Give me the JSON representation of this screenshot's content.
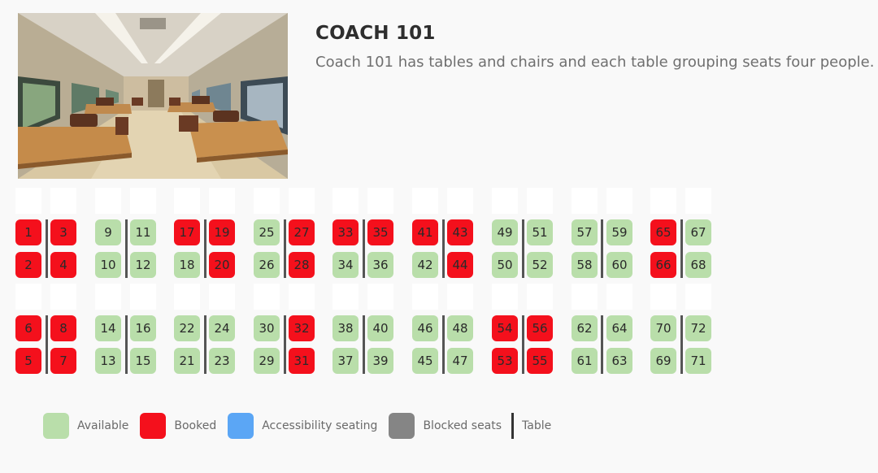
{
  "coach": {
    "title": "COACH 101",
    "description": "Coach 101 has tables and chairs and each table grouping seats four people."
  },
  "colors": {
    "available": "#b9deaa",
    "booked": "#f4101c",
    "accessibility": "#5ba6f5",
    "blocked": "#858585"
  },
  "legend": [
    {
      "key": "available",
      "label": "Available",
      "type": "swatch"
    },
    {
      "key": "booked",
      "label": "Booked",
      "type": "swatch"
    },
    {
      "key": "accessibility",
      "label": "Accessibility seating",
      "type": "swatch"
    },
    {
      "key": "blocked",
      "label": "Blocked seats",
      "type": "swatch"
    },
    {
      "key": "table",
      "label": "Table",
      "type": "bar"
    }
  ],
  "seat_blocks": [
    {
      "rows": [
        [
          "1",
          "3",
          "9",
          "11",
          "17",
          "19",
          "25",
          "27",
          "33",
          "35",
          "41",
          "43",
          "49",
          "51",
          "57",
          "59",
          "65",
          "67"
        ],
        [
          "2",
          "4",
          "10",
          "12",
          "18",
          "20",
          "26",
          "28",
          "34",
          "36",
          "42",
          "44",
          "50",
          "52",
          "58",
          "60",
          "66",
          "68"
        ]
      ],
      "booked": [
        "1",
        "3",
        "17",
        "19",
        "27",
        "33",
        "35",
        "41",
        "43",
        "65",
        "2",
        "4",
        "20",
        "28",
        "44",
        "66"
      ]
    },
    {
      "rows": [
        [
          "6",
          "8",
          "14",
          "16",
          "22",
          "24",
          "30",
          "32",
          "38",
          "40",
          "46",
          "48",
          "54",
          "56",
          "62",
          "64",
          "70",
          "72"
        ],
        [
          "5",
          "7",
          "13",
          "15",
          "21",
          "23",
          "29",
          "31",
          "37",
          "39",
          "45",
          "47",
          "53",
          "55",
          "61",
          "63",
          "69",
          "71"
        ]
      ],
      "booked": [
        "6",
        "8",
        "32",
        "54",
        "56",
        "5",
        "7",
        "31",
        "53",
        "55"
      ]
    }
  ]
}
